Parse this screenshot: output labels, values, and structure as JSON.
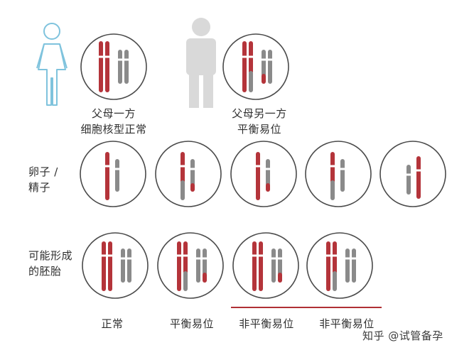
{
  "colors": {
    "red": "#b4343a",
    "red_dark": "#8f2126",
    "gray": "#8a8a8a",
    "gray_dark": "#6e6e6e",
    "circle_stroke": "#4a4a4a",
    "female_icon": "#7fc3dd",
    "male_icon": "#d9d9d9",
    "underline": "#b03035"
  },
  "parents": {
    "mother_label_line1": "父母一方",
    "mother_label_line2": "细胞核型正常",
    "father_label_line1": "父母另一方",
    "father_label_line2": "平衡易位",
    "female_icon": "female-person-icon",
    "male_icon": "male-person-icon"
  },
  "gametes": {
    "label_line1": "卵子 /",
    "label_line2": "精子"
  },
  "embryos": {
    "label_line1": "可能形成",
    "label_line2": "的胚胎",
    "types": [
      "正常",
      "平衡易位",
      "非平衡易位",
      "非平衡易位"
    ]
  },
  "watermark": {
    "text": "知乎 @试管备孕"
  }
}
